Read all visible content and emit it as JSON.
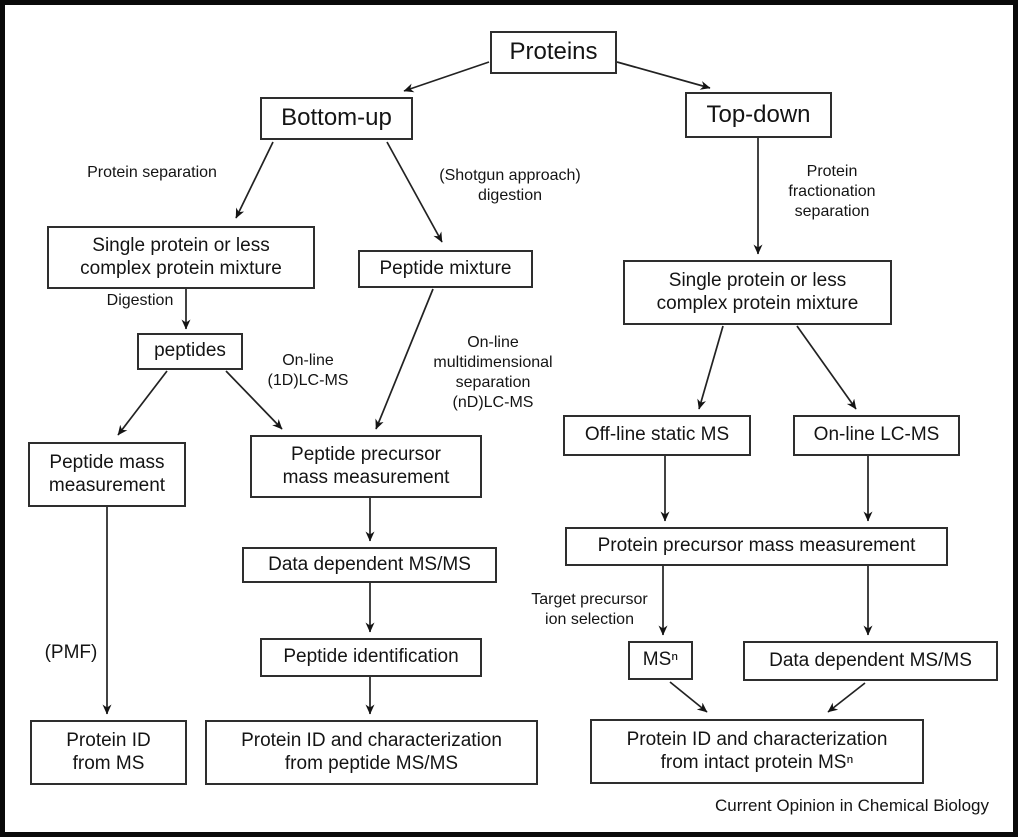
{
  "figure": {
    "caption": "Current Opinion in Chemical Biology"
  },
  "nodes": {
    "proteins": {
      "label": "Proteins"
    },
    "bottom_up": {
      "label": "Bottom-up"
    },
    "top_down": {
      "label": "Top-down"
    },
    "single_protein_left": {
      "label": "Single protein or less\ncomplex protein mixture"
    },
    "peptide_mixture": {
      "label": "Peptide mixture"
    },
    "peptides": {
      "label": "peptides"
    },
    "peptide_mass_measurement": {
      "label": "Peptide mass\nmeasurement"
    },
    "peptide_precursor_mass": {
      "label": "Peptide precursor\nmass measurement"
    },
    "data_dependent_msms_left": {
      "label": "Data dependent MS/MS"
    },
    "peptide_identification": {
      "label": "Peptide identification"
    },
    "protein_id_from_ms": {
      "label": "Protein ID\nfrom MS"
    },
    "protein_id_peptide_msms": {
      "label": "Protein ID and characterization\nfrom peptide MS/MS"
    },
    "single_protein_right": {
      "label": "Single protein or less\ncomplex protein mixture"
    },
    "offline_static_ms": {
      "label": "Off-line static MS"
    },
    "online_lcms": {
      "label": "On-line LC-MS"
    },
    "protein_precursor_mass": {
      "label": "Protein precursor mass measurement"
    },
    "msn": {
      "label": "MSⁿ"
    },
    "data_dependent_msms_right": {
      "label": "Data dependent MS/MS"
    },
    "protein_id_intact": {
      "label": "Protein ID and characterization\nfrom  intact protein MSⁿ"
    }
  },
  "edge_labels": {
    "protein_separation": "Protein separation",
    "shotgun_digestion": "(Shotgun approach)\ndigestion",
    "digestion": "Digestion",
    "online_1d_lcms": "On-line\n(1D)LC-MS",
    "online_multidimensional": "On-line\nmultidimensional\nseparation\n(nD)LC-MS",
    "protein_fractionation": "Protein\nfractionation\nseparation",
    "target_precursor": "Target precursor\nion selection",
    "pmf": "(PMF)"
  }
}
